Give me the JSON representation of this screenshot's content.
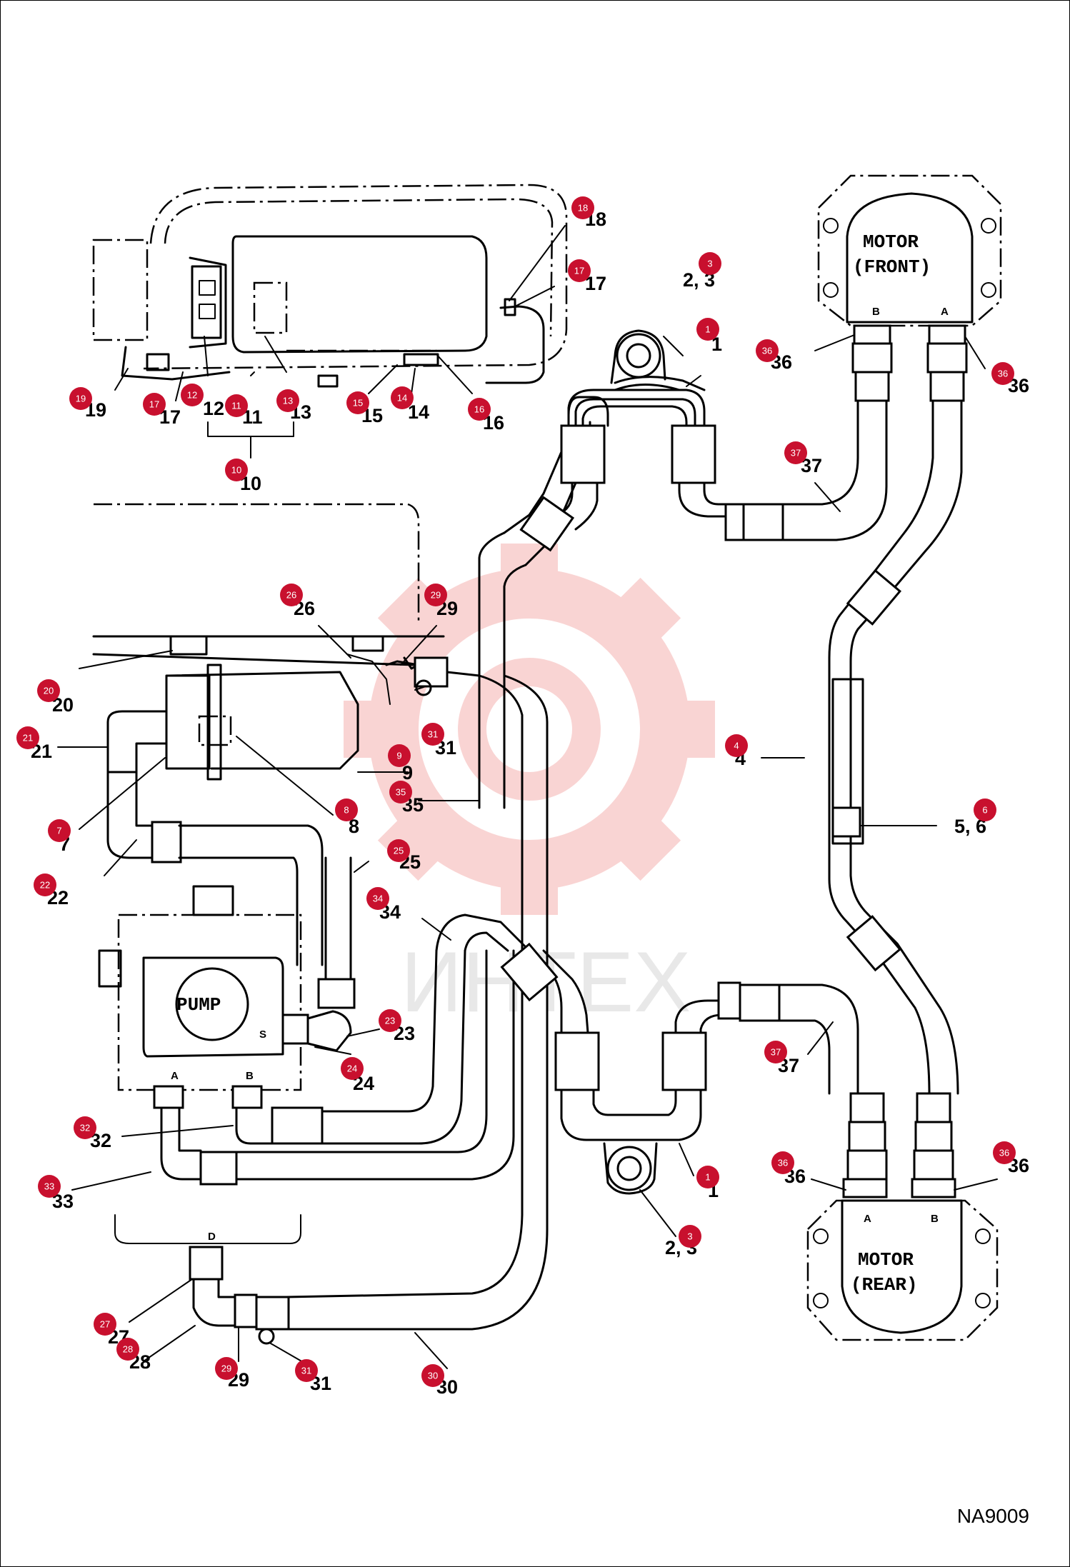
{
  "drawing": {
    "code": "NA9009",
    "watermark": "ИНТЕХ",
    "motor_front": {
      "title": "MOTOR",
      "subtitle": "(FRONT)",
      "port_b": "B",
      "port_a": "A"
    },
    "motor_rear": {
      "title": "MOTOR",
      "subtitle": "(REAR)",
      "port_a": "A",
      "port_b": "B"
    },
    "pump": {
      "label": "PUMP",
      "port_s": "S",
      "port_a": "A",
      "port_b": "B",
      "port_d": "D"
    }
  },
  "labels": [
    {
      "id": "l18",
      "text": "18"
    },
    {
      "id": "l17a",
      "text": "17"
    },
    {
      "id": "l23a",
      "text": "2, 3"
    },
    {
      "id": "l1a",
      "text": "1"
    },
    {
      "id": "l36a",
      "text": "36"
    },
    {
      "id": "l36b",
      "text": "36"
    },
    {
      "id": "l19",
      "text": "19"
    },
    {
      "id": "l17b",
      "text": "17"
    },
    {
      "id": "l12",
      "text": "12"
    },
    {
      "id": "l11",
      "text": "11"
    },
    {
      "id": "l13",
      "text": "13"
    },
    {
      "id": "l15",
      "text": "15"
    },
    {
      "id": "l14",
      "text": "14"
    },
    {
      "id": "l16",
      "text": "16"
    },
    {
      "id": "l10",
      "text": "10"
    },
    {
      "id": "l37a",
      "text": "37"
    },
    {
      "id": "l26",
      "text": "26"
    },
    {
      "id": "l29a",
      "text": "29"
    },
    {
      "id": "l20",
      "text": "20"
    },
    {
      "id": "l31a",
      "text": "31"
    },
    {
      "id": "l21",
      "text": "21"
    },
    {
      "id": "l9",
      "text": "9"
    },
    {
      "id": "l4",
      "text": "4"
    },
    {
      "id": "l35",
      "text": "35"
    },
    {
      "id": "l8",
      "text": "8"
    },
    {
      "id": "l56",
      "text": "5, 6"
    },
    {
      "id": "l7",
      "text": "7"
    },
    {
      "id": "l25",
      "text": "25"
    },
    {
      "id": "l22",
      "text": "22"
    },
    {
      "id": "l34",
      "text": "34"
    },
    {
      "id": "l23",
      "text": "23"
    },
    {
      "id": "l37b",
      "text": "37"
    },
    {
      "id": "l24",
      "text": "24"
    },
    {
      "id": "l32",
      "text": "32"
    },
    {
      "id": "l1b",
      "text": "1"
    },
    {
      "id": "l36c",
      "text": "36"
    },
    {
      "id": "l36d",
      "text": "36"
    },
    {
      "id": "l33",
      "text": "33"
    },
    {
      "id": "l23b",
      "text": "2, 3"
    },
    {
      "id": "l27",
      "text": "27"
    },
    {
      "id": "l28",
      "text": "28"
    },
    {
      "id": "l29b",
      "text": "29"
    },
    {
      "id": "l31b",
      "text": "31"
    },
    {
      "id": "l30",
      "text": "30"
    }
  ],
  "callouts": [
    {
      "id": "c18",
      "text": "18"
    },
    {
      "id": "c17a",
      "text": "17"
    },
    {
      "id": "c3a",
      "text": "3"
    },
    {
      "id": "c1a",
      "text": "1"
    },
    {
      "id": "c36a",
      "text": "36"
    },
    {
      "id": "c36b",
      "text": "36"
    },
    {
      "id": "c19",
      "text": "19"
    },
    {
      "id": "c17b",
      "text": "17"
    },
    {
      "id": "c12",
      "text": "12"
    },
    {
      "id": "c11",
      "text": "11"
    },
    {
      "id": "c13",
      "text": "13"
    },
    {
      "id": "c15",
      "text": "15"
    },
    {
      "id": "c14",
      "text": "14"
    },
    {
      "id": "c16",
      "text": "16"
    },
    {
      "id": "c10",
      "text": "10"
    },
    {
      "id": "c37a",
      "text": "37"
    },
    {
      "id": "c26",
      "text": "26"
    },
    {
      "id": "c29a",
      "text": "29"
    },
    {
      "id": "c20",
      "text": "20"
    },
    {
      "id": "c31a",
      "text": "31"
    },
    {
      "id": "c21",
      "text": "21"
    },
    {
      "id": "c9",
      "text": "9"
    },
    {
      "id": "c4",
      "text": "4"
    },
    {
      "id": "c35",
      "text": "35"
    },
    {
      "id": "c8",
      "text": "8"
    },
    {
      "id": "c6",
      "text": "6"
    },
    {
      "id": "c7",
      "text": "7"
    },
    {
      "id": "c25",
      "text": "25"
    },
    {
      "id": "c22",
      "text": "22"
    },
    {
      "id": "c34",
      "text": "34"
    },
    {
      "id": "c23",
      "text": "23"
    },
    {
      "id": "c37b",
      "text": "37"
    },
    {
      "id": "c24",
      "text": "24"
    },
    {
      "id": "c32",
      "text": "32"
    },
    {
      "id": "c1b",
      "text": "1"
    },
    {
      "id": "c36c",
      "text": "36"
    },
    {
      "id": "c36d",
      "text": "36"
    },
    {
      "id": "c33",
      "text": "33"
    },
    {
      "id": "c3b",
      "text": "3"
    },
    {
      "id": "c27",
      "text": "27"
    },
    {
      "id": "c28",
      "text": "28"
    },
    {
      "id": "c29b",
      "text": "29"
    },
    {
      "id": "c31b",
      "text": "31"
    },
    {
      "id": "c30",
      "text": "30"
    }
  ],
  "colors": {
    "callout": "#c8102e",
    "line": "#000000",
    "watermark": "#e8413c"
  }
}
